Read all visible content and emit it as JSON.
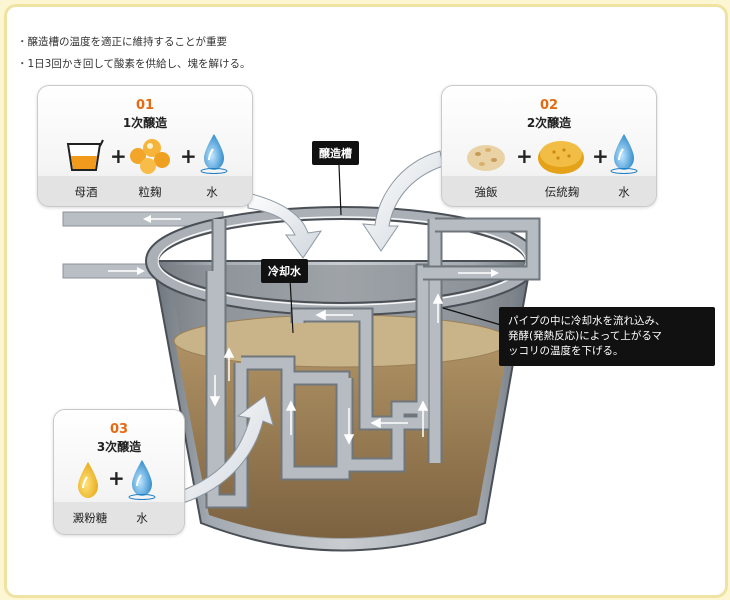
{
  "notes": [
    "醸造槽の温度を適正に維持することが重要",
    "1日3回かき回して酸素を供給し、塊を解ける。"
  ],
  "cards": [
    {
      "num": "01",
      "title": "1次醸造",
      "items": [
        "母酒",
        "粒麹",
        "水"
      ]
    },
    {
      "num": "02",
      "title": "2次醸造",
      "items": [
        "強飯",
        "伝統麹",
        "水"
      ]
    },
    {
      "num": "03",
      "title": "3次醸造",
      "items": [
        "澱粉糖",
        "水"
      ]
    }
  ],
  "labels": {
    "tank": "醸造槽",
    "coolant": "冷却水",
    "pipe_note": [
      "パイプの中に冷却水を流れ込み、",
      "発酵(発熱反応)によって上がるマ",
      "ッコリの温度を下げる。"
    ]
  },
  "colors": {
    "accent": "#e46a12",
    "liquid": "#ac8e62",
    "tank": "#8c9299",
    "pipe": "#a9b0b6",
    "border": "#efe3a4"
  },
  "icons": [
    "measuring-cup-icon",
    "grain-koji-icon",
    "water-drop-icon",
    "steamed-rice-icon",
    "koji-cake-icon",
    "sugar-drop-icon"
  ]
}
